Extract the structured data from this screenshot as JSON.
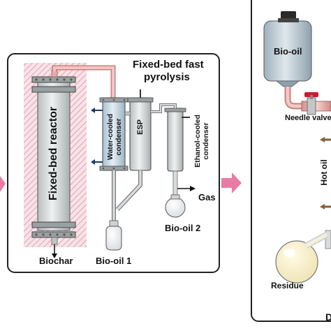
{
  "left_panel": {
    "title_line1": "Fixed-bed fast",
    "title_line2": "pyrolysis",
    "reactor_label": "Fixed-bed reactor",
    "water_condenser_label": "Water-cooled condenser",
    "esp_label": "ESP",
    "ethanol_condenser_label": "Ethanol-cooled condenser",
    "gas_label": "Gas",
    "biochar_label": "Biochar",
    "bio_oil_1_label": "Bio-oil 1",
    "bio_oil_2_label": "Bio-oil 2"
  },
  "right_panel": {
    "bio_oil_tank_label": "Bio-oil",
    "needle_valve_label": "Needle valve",
    "hot_oil_label": "Hot oil",
    "residue_label": "Residue",
    "bottom_partial_label": "D"
  },
  "colors": {
    "arrow": "#e97aa4",
    "reactor_hatch": "#e8a9b8",
    "column": "#d8dcdc",
    "condenser": "#c8d8e4",
    "tube_pink": "#e6aaa8",
    "panel_border": "#222222"
  }
}
